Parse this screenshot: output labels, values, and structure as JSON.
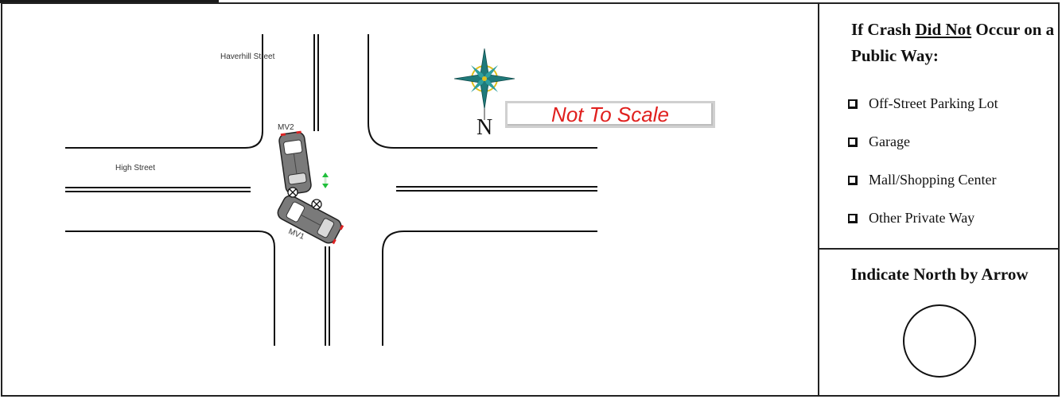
{
  "diagram": {
    "streets": {
      "north_south": "Haverhill Street",
      "east_west": "High Street"
    },
    "vehicles": [
      "MV2",
      "MV1"
    ],
    "compass_letter": "N",
    "scale_note": "Not To Scale",
    "colors": {
      "scale_text": "#e0201e",
      "compass_teal": "#1f7a7a",
      "compass_gold": "#e0c020",
      "car_body": "#7a7a7a"
    }
  },
  "side_panel": {
    "title_pre": "If Crash ",
    "title_underlined": "Did Not",
    "title_post": " Occur on a Public Way:",
    "options": [
      "Off-Street Parking Lot",
      "Garage",
      "Mall/Shopping Center",
      "Other Private Way"
    ],
    "north_section_title": "Indicate North by Arrow"
  }
}
